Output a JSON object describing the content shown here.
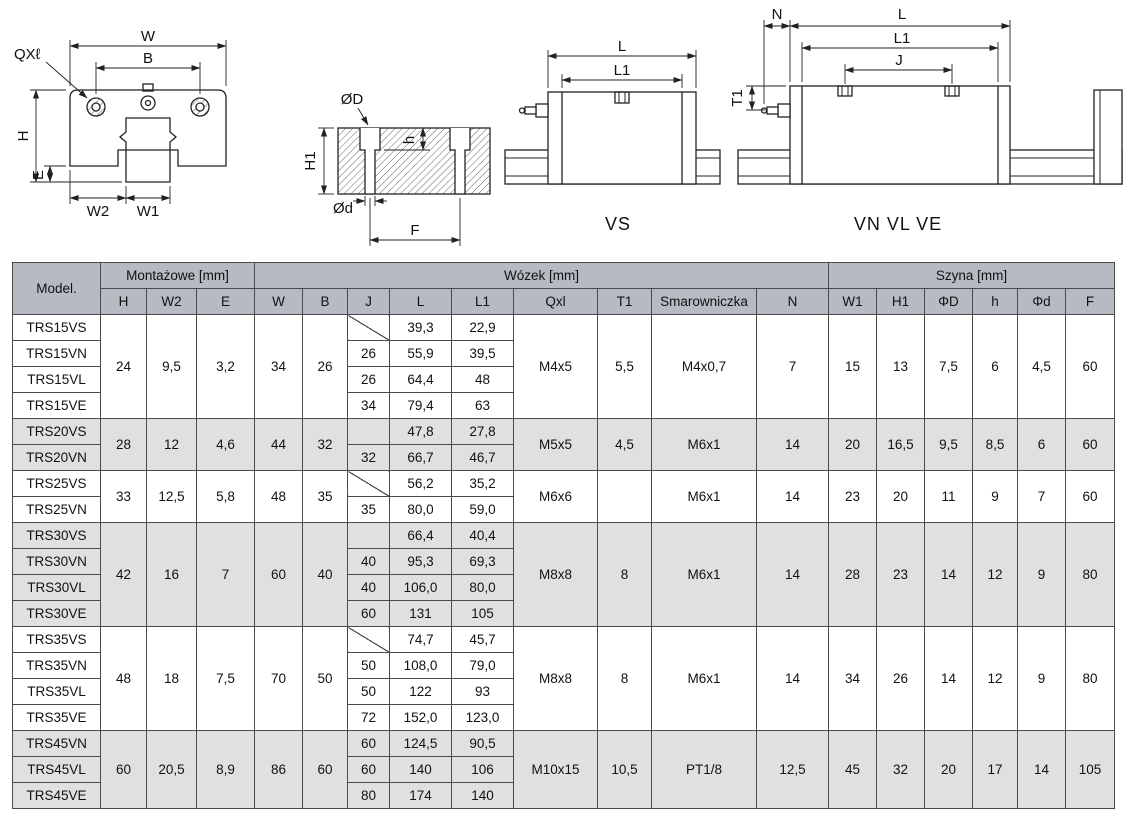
{
  "colors": {
    "header_bg": "#b5bac3",
    "shade_bg": "#e0e0e0",
    "border": "#4a4a4a",
    "line": "#222222"
  },
  "drawings": {
    "front": {
      "qxl": "QXℓ",
      "w": "W",
      "b": "B",
      "h": "H",
      "e": "E",
      "w2": "W2",
      "w1": "W1"
    },
    "section": {
      "od_big": "ØD",
      "h1": "H1",
      "h_small": "h",
      "od_small": "Ød",
      "f": "F"
    },
    "vs": {
      "l": "L",
      "l1": "L1",
      "caption": "VS"
    },
    "vn": {
      "n": "N",
      "l": "L",
      "l1": "L1",
      "j": "J",
      "t1": "T1",
      "caption": "VN VL VE"
    }
  },
  "table": {
    "header": {
      "model": "Model.",
      "groups": [
        {
          "label": "Montażowe [mm]",
          "cols": [
            "H",
            "W2",
            "E"
          ]
        },
        {
          "label": "Wózek [mm]",
          "cols": [
            "W",
            "B",
            "J",
            "L",
            "L1",
            "Qxl",
            "T1",
            "Smarowniczka",
            "N"
          ]
        },
        {
          "label": "Szyna [mm]",
          "cols": [
            "W1",
            "H1",
            "ΦD",
            "h",
            "Φd",
            "F"
          ]
        }
      ]
    },
    "groups": [
      {
        "shade": false,
        "left": [
          "24",
          "9,5",
          "3,2",
          "34",
          "26"
        ],
        "right": [
          "M4x5",
          "5,5",
          "M4x0,7",
          "7",
          "15",
          "13",
          "7,5",
          "6",
          "4,5",
          "60"
        ],
        "rows": [
          {
            "model": "TRS15VS",
            "j": null,
            "l": "39,3",
            "l1": "22,9"
          },
          {
            "model": "TRS15VN",
            "j": "26",
            "l": "55,9",
            "l1": "39,5"
          },
          {
            "model": "TRS15VL",
            "j": "26",
            "l": "64,4",
            "l1": "48"
          },
          {
            "model": "TRS15VE",
            "j": "34",
            "l": "79,4",
            "l1": "63"
          }
        ]
      },
      {
        "shade": true,
        "left": [
          "28",
          "12",
          "4,6",
          "44",
          "32"
        ],
        "right": [
          "M5x5",
          "4,5",
          "M6x1",
          "14",
          "20",
          "16,5",
          "9,5",
          "8,5",
          "6",
          "60"
        ],
        "rows": [
          {
            "model": "TRS20VS",
            "j": null,
            "l": "47,8",
            "l1": "27,8"
          },
          {
            "model": "TRS20VN",
            "j": "32",
            "l": "66,7",
            "l1": "46,7"
          }
        ]
      },
      {
        "shade": false,
        "left": [
          "33",
          "12,5",
          "5,8",
          "48",
          "35"
        ],
        "right": [
          "M6x6",
          "",
          "M6x1",
          "14",
          "23",
          "20",
          "11",
          "9",
          "7",
          "60"
        ],
        "rows": [
          {
            "model": "TRS25VS",
            "j": null,
            "l": "56,2",
            "l1": "35,2"
          },
          {
            "model": "TRS25VN",
            "j": "35",
            "l": "80,0",
            "l1": "59,0"
          }
        ]
      },
      {
        "shade": true,
        "left": [
          "42",
          "16",
          "7",
          "60",
          "40"
        ],
        "right": [
          "M8x8",
          "8",
          "M6x1",
          "14",
          "28",
          "23",
          "14",
          "12",
          "9",
          "80"
        ],
        "rows": [
          {
            "model": "TRS30VS",
            "j": null,
            "l": "66,4",
            "l1": "40,4"
          },
          {
            "model": "TRS30VN",
            "j": "40",
            "l": "95,3",
            "l1": "69,3"
          },
          {
            "model": "TRS30VL",
            "j": "40",
            "l": "106,0",
            "l1": "80,0"
          },
          {
            "model": "TRS30VE",
            "j": "60",
            "l": "131",
            "l1": "105"
          }
        ]
      },
      {
        "shade": false,
        "left": [
          "48",
          "18",
          "7,5",
          "70",
          "50"
        ],
        "right": [
          "M8x8",
          "8",
          "M6x1",
          "14",
          "34",
          "26",
          "14",
          "12",
          "9",
          "80"
        ],
        "rows": [
          {
            "model": "TRS35VS",
            "j": null,
            "l": "74,7",
            "l1": "45,7"
          },
          {
            "model": "TRS35VN",
            "j": "50",
            "l": "108,0",
            "l1": "79,0"
          },
          {
            "model": "TRS35VL",
            "j": "50",
            "l": "122",
            "l1": "93"
          },
          {
            "model": "TRS35VE",
            "j": "72",
            "l": "152,0",
            "l1": "123,0"
          }
        ]
      },
      {
        "shade": true,
        "left": [
          "60",
          "20,5",
          "8,9",
          "86",
          "60"
        ],
        "right": [
          "M10x15",
          "10,5",
          "PT1/8",
          "12,5",
          "45",
          "32",
          "20",
          "17",
          "14",
          "105"
        ],
        "rows": [
          {
            "model": "TRS45VN",
            "j": "60",
            "l": "124,5",
            "l1": "90,5"
          },
          {
            "model": "TRS45VL",
            "j": "60",
            "l": "140",
            "l1": "106"
          },
          {
            "model": "TRS45VE",
            "j": "80",
            "l": "174",
            "l1": "140"
          }
        ]
      }
    ]
  }
}
